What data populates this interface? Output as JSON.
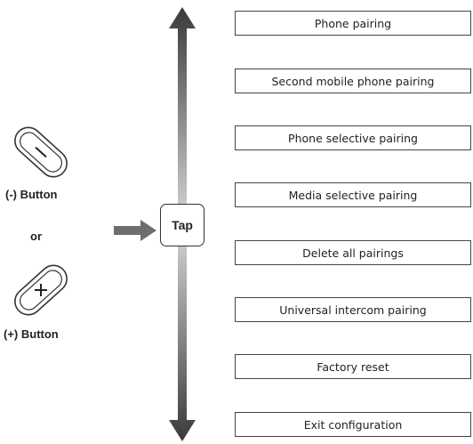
{
  "left_panel": {
    "minus_button_label": "(-) Button",
    "or_label": "or",
    "plus_button_label": "(+) Button",
    "minus_symbol": "−",
    "plus_symbol": "+"
  },
  "tap_label": "Tap",
  "menu_items": [
    {
      "label": "Phone pairing"
    },
    {
      "label": "Second mobile phone pairing"
    },
    {
      "label": "Phone selective pairing"
    },
    {
      "label": "Media selective pairing"
    },
    {
      "label": "Delete all pairings"
    },
    {
      "label": "Universal intercom pairing"
    },
    {
      "label": "Factory reset"
    },
    {
      "label": "Exit configuration"
    }
  ],
  "colors": {
    "arrow_dark": "#3a3a3a",
    "arrow_light": "#d8d8d8",
    "pointer_arrow": "#6e6e6e"
  }
}
